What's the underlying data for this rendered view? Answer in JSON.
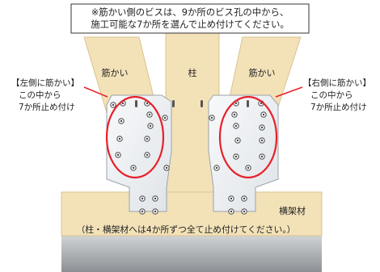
{
  "note": {
    "line1": "※筋かい側のビスは、9か所のビス孔の中から、",
    "line2": "施工可能な7か所を選んで止め付けてください。"
  },
  "labels": {
    "brace_left": "筋かい",
    "column": "柱",
    "brace_right": "筋かい",
    "beam": "横架材"
  },
  "callout_left": {
    "title": "【左側に筋かい】",
    "line2": "この中から",
    "line3": "7か所止め付け"
  },
  "callout_right": {
    "title": "【右側に筋かい】",
    "line2": "この中から",
    "line3": "7か所止め付け"
  },
  "bottom_note": "（柱・横架材へは4か所ずつ全て止め付けてください。）",
  "colors": {
    "wood": "#f3e2b8",
    "wood_stroke": "#d9c38f",
    "plate": "#eef1f4",
    "plate_stroke": "#9aa3ab",
    "highlight_ring": "#e8202a",
    "concrete_top": "#c9cccf",
    "concrete_bottom": "#8f9397"
  }
}
